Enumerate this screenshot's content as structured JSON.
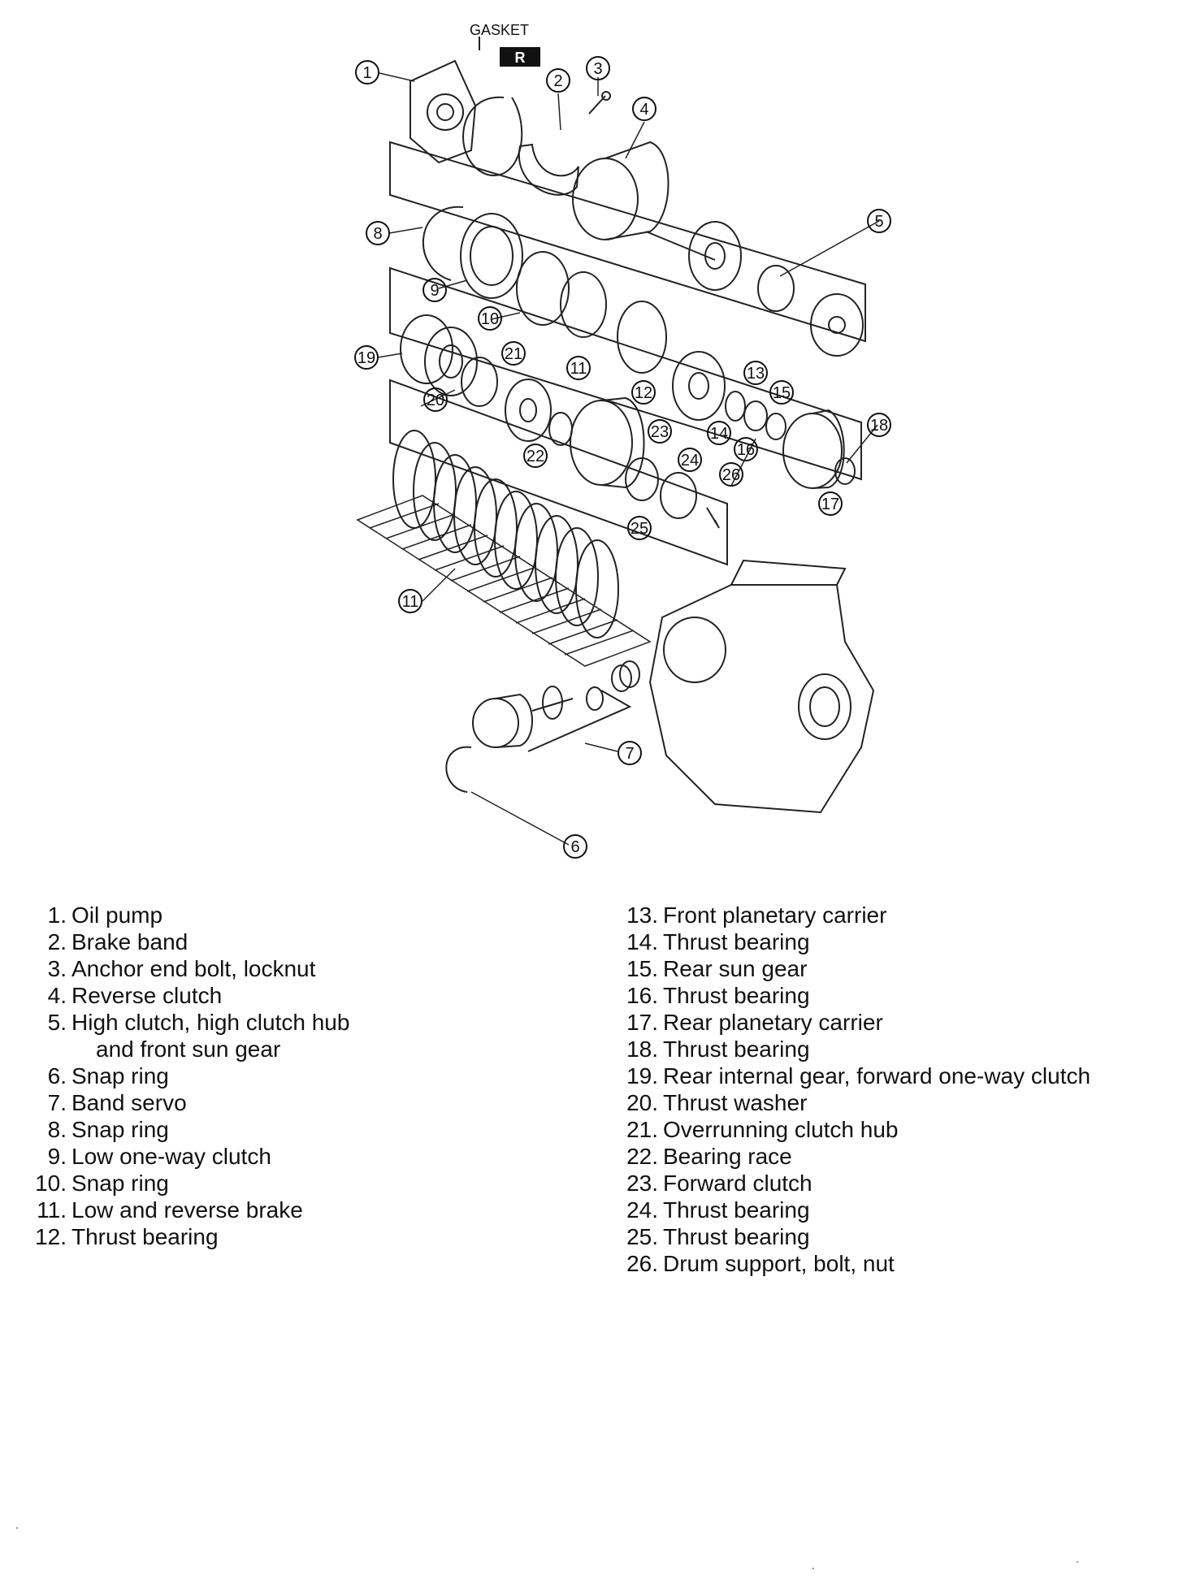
{
  "diagram": {
    "gasket_label": "GASKET",
    "badge_label": "R",
    "callouts": [
      "1",
      "2",
      "3",
      "4",
      "5",
      "6",
      "7",
      "8",
      "9",
      "10",
      "11",
      "12",
      "13",
      "14",
      "15",
      "16",
      "17",
      "18",
      "19",
      "20",
      "21",
      "22",
      "23",
      "24",
      "25",
      "26",
      "11"
    ]
  },
  "legend": {
    "left": [
      {
        "num": "1.",
        "label": "Oil pump"
      },
      {
        "num": "2.",
        "label": "Brake band"
      },
      {
        "num": "3.",
        "label": "Anchor end bolt, locknut"
      },
      {
        "num": "4.",
        "label": "Reverse clutch"
      },
      {
        "num": "5.",
        "label": "High clutch, high clutch hub",
        "continuation": "and front sun gear"
      },
      {
        "num": "6.",
        "label": "Snap ring"
      },
      {
        "num": "7.",
        "label": "Band servo"
      },
      {
        "num": "8.",
        "label": "Snap ring"
      },
      {
        "num": "9.",
        "label": "Low one-way clutch"
      },
      {
        "num": "10.",
        "label": "Snap ring"
      },
      {
        "num": "11.",
        "label": "Low and reverse brake"
      },
      {
        "num": "12.",
        "label": "Thrust bearing"
      }
    ],
    "right": [
      {
        "num": "13.",
        "label": "Front planetary carrier"
      },
      {
        "num": "14.",
        "label": "Thrust bearing"
      },
      {
        "num": "15.",
        "label": "Rear sun gear"
      },
      {
        "num": "16.",
        "label": "Thrust bearing"
      },
      {
        "num": "17.",
        "label": "Rear planetary carrier"
      },
      {
        "num": "18.",
        "label": "Thrust bearing"
      },
      {
        "num": "19.",
        "label": "Rear internal gear, forward one-way clutch"
      },
      {
        "num": "20.",
        "label": "Thrust washer"
      },
      {
        "num": "21.",
        "label": "Overrunning clutch hub"
      },
      {
        "num": "22.",
        "label": "Bearing race"
      },
      {
        "num": "23.",
        "label": "Forward clutch"
      },
      {
        "num": "24.",
        "label": "Thrust bearing"
      },
      {
        "num": "25.",
        "label": "Thrust bearing"
      },
      {
        "num": "26.",
        "label": "Drum support, bolt, nut"
      }
    ]
  }
}
